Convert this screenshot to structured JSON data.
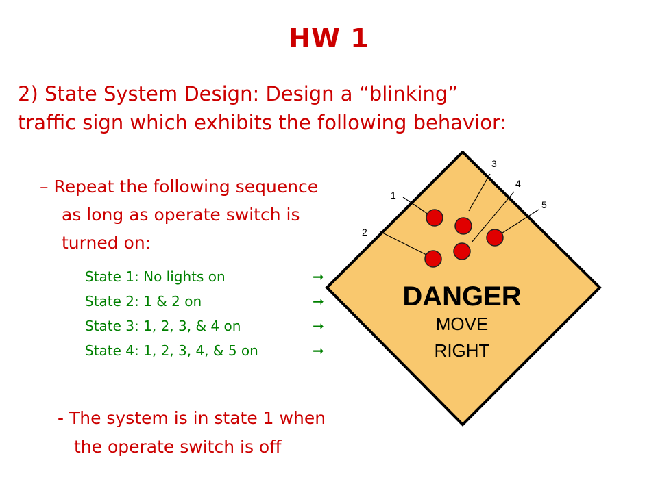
{
  "title": "HW 1",
  "intro": {
    "line1": "2) State System Design: Design a “blinking”",
    "line2": "traffic sign which exhibits the following behavior:"
  },
  "bullet": {
    "line1": "– Repeat the following sequence",
    "line2": "as long as operate switch is",
    "line3": "turned on:"
  },
  "states": [
    {
      "label": "State 1:",
      "text": "No lights on",
      "arrow": "➞"
    },
    {
      "label": "State 2:",
      "text": "1 & 2 on",
      "arrow": "➞"
    },
    {
      "label": "State 3:",
      "text": "1, 2, 3, & 4 on",
      "arrow": "➞"
    },
    {
      "label": "State 4:",
      "text": "1, 2, 3, 4, & 5 on",
      "arrow": "➞"
    }
  ],
  "note": {
    "line1": "- The system is in state 1 when",
    "line2": "the operate switch is off"
  },
  "sign": {
    "heading": "DANGER",
    "line1": "MOVE",
    "line2": "RIGHT",
    "fill_color": "#f9c86e",
    "light_color": "#e00000",
    "light_labels": [
      "1",
      "2",
      "3",
      "4",
      "5"
    ]
  }
}
